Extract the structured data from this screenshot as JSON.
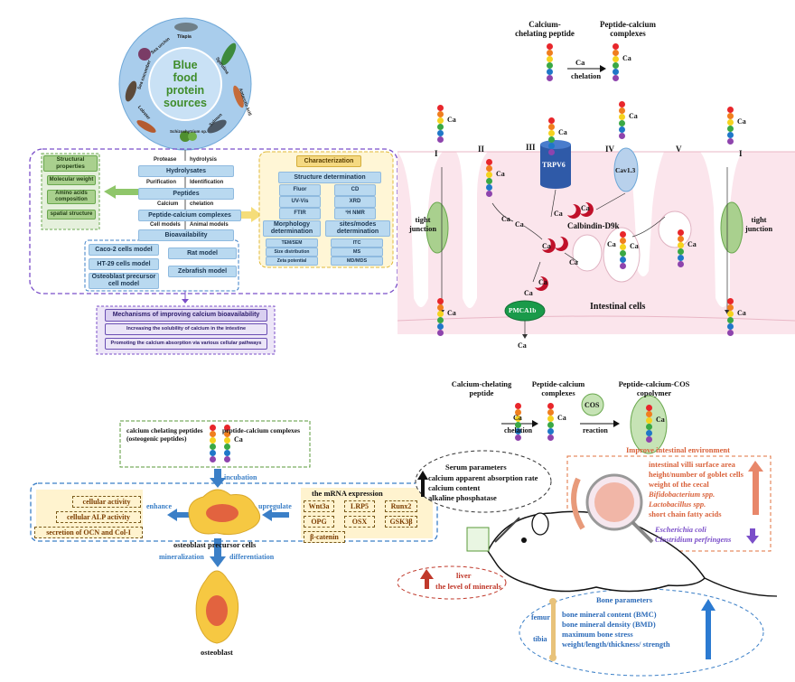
{
  "blue_food": {
    "title_lines": [
      "Blue",
      "food",
      "protein",
      "sources"
    ],
    "sources": [
      "Tilapia",
      "Antarctic krill",
      "Spirulina",
      "Schizochytrium sp.",
      "Lobster",
      "Sea cucumber",
      "Sea urchin",
      "Salmon"
    ]
  },
  "process": {
    "protease": "Protease",
    "hydrolysis": "hydrolysis",
    "hydrolysates": "Hydrolysates",
    "purification": "Purification",
    "identification": "Identification",
    "peptides": "Peptides",
    "calcium": "Calcium",
    "chelation": "chelation",
    "complexes": "Peptide-calcium complexes",
    "cell_models": "Cell models",
    "animal_models": "Animal models",
    "bioavailability": "Bioavailability"
  },
  "structural": {
    "title": "Structural properties",
    "items": [
      "Molecular weight",
      "Amino acids composition",
      "spatial structure"
    ]
  },
  "characterization": {
    "title": "Characterization",
    "structure_title": "Structure determination",
    "structure_items": [
      "Fluor",
      "CD",
      "UV-Vis",
      "XRD",
      "FTIR",
      "¹H NMR"
    ],
    "morph_title": "Morphology determination",
    "morph_items": [
      "TEM/SEM",
      "Size distribution",
      "Zeta potential"
    ],
    "sites_title": "sites/modes determination",
    "sites_items": [
      "ITC",
      "MS",
      "MD/MDS"
    ]
  },
  "models": {
    "cells": [
      "Caco-2 cells model",
      "HT-29 cells model",
      "Osteoblast precursor cell model"
    ],
    "animals": [
      "Rat model",
      "Zebrafish model"
    ]
  },
  "mechanisms": {
    "title": "Mechanisms of improving calcium bioavailability",
    "items": [
      "Increasing the solubility of calcium in the intestine",
      "Promoting the calcium absorption via various cellular pathways"
    ]
  },
  "chelation_top": {
    "left_label": "Calcium-chelating peptide",
    "right_label": "Peptide-calcium complexes",
    "arrow_label": "chelation",
    "ca": "Ca"
  },
  "intestine": {
    "pathways": [
      "I",
      "II",
      "III",
      "IV",
      "V",
      "I"
    ],
    "trpv6": "TRPV6",
    "cav": "Cav1.3",
    "calbindin": "Calbindin-D9k",
    "pmca": "PMCA1b",
    "tight_junction": "tight junction",
    "cells": "Intestinal cells",
    "ca": "Ca"
  },
  "osteo": {
    "peptides_label": "calcium chelating peptides (osteogenic peptides)",
    "complexes_label": "peptide-calcium complexes",
    "incubation": "incubation",
    "enhance": "enhance",
    "upregulate": "upregulate",
    "effects": [
      "cellular activity",
      "cellular ALP activity",
      "secretion of OCN and Col-I"
    ],
    "mrna_title": "the mRNA expression",
    "genes": [
      "Wnt3a",
      "LRP5",
      "Runx2",
      "OPG",
      "OSX",
      "GSK3β",
      "β-catenin"
    ],
    "precursor": "osteoblast precursor cells",
    "mineralization": "mineralization",
    "differentiation": "differentiation",
    "osteoblast": "osteoblast"
  },
  "cos": {
    "left_label": "Calcium-chelating peptide",
    "mid_label": "Peptide-calcium complexes",
    "right_label": "Peptide-calcium-COS copolymer",
    "chelation": "chelation",
    "reaction": "reaction",
    "cos": "COS",
    "ca": "Ca"
  },
  "serum": {
    "title": "Serum parameters",
    "items": [
      "calcium apparent absorption rate",
      "calcium content",
      "alkaline phosphatase"
    ]
  },
  "liver": {
    "title": "liver",
    "text": "the level of minerals"
  },
  "gut": {
    "title": "Improve intestinal environment",
    "up_items": [
      "intestinal villi surface area",
      "height/number of goblet cells",
      "weight of the cecal",
      "Bifidobacterium spp.",
      "Lactobacillus spp.",
      "short chain fatty acids"
    ],
    "down_items": [
      "Escherichia coli",
      "Clostridium perfringens"
    ]
  },
  "bone": {
    "title": "Bone parameters",
    "femur": "femur",
    "tibia": "tibia",
    "items": [
      "bone mineral content (BMC)",
      "bone mineral density (BMD)",
      "maximum bone stress",
      "weight/length/thickness/ strength"
    ]
  },
  "colors": {
    "purple": "#7b4fc9",
    "green": "#4caf50",
    "blue_dash": "#3b7fc7",
    "orange": "#e0713d",
    "red": "#c0392b",
    "pink": "#f8dde6"
  }
}
